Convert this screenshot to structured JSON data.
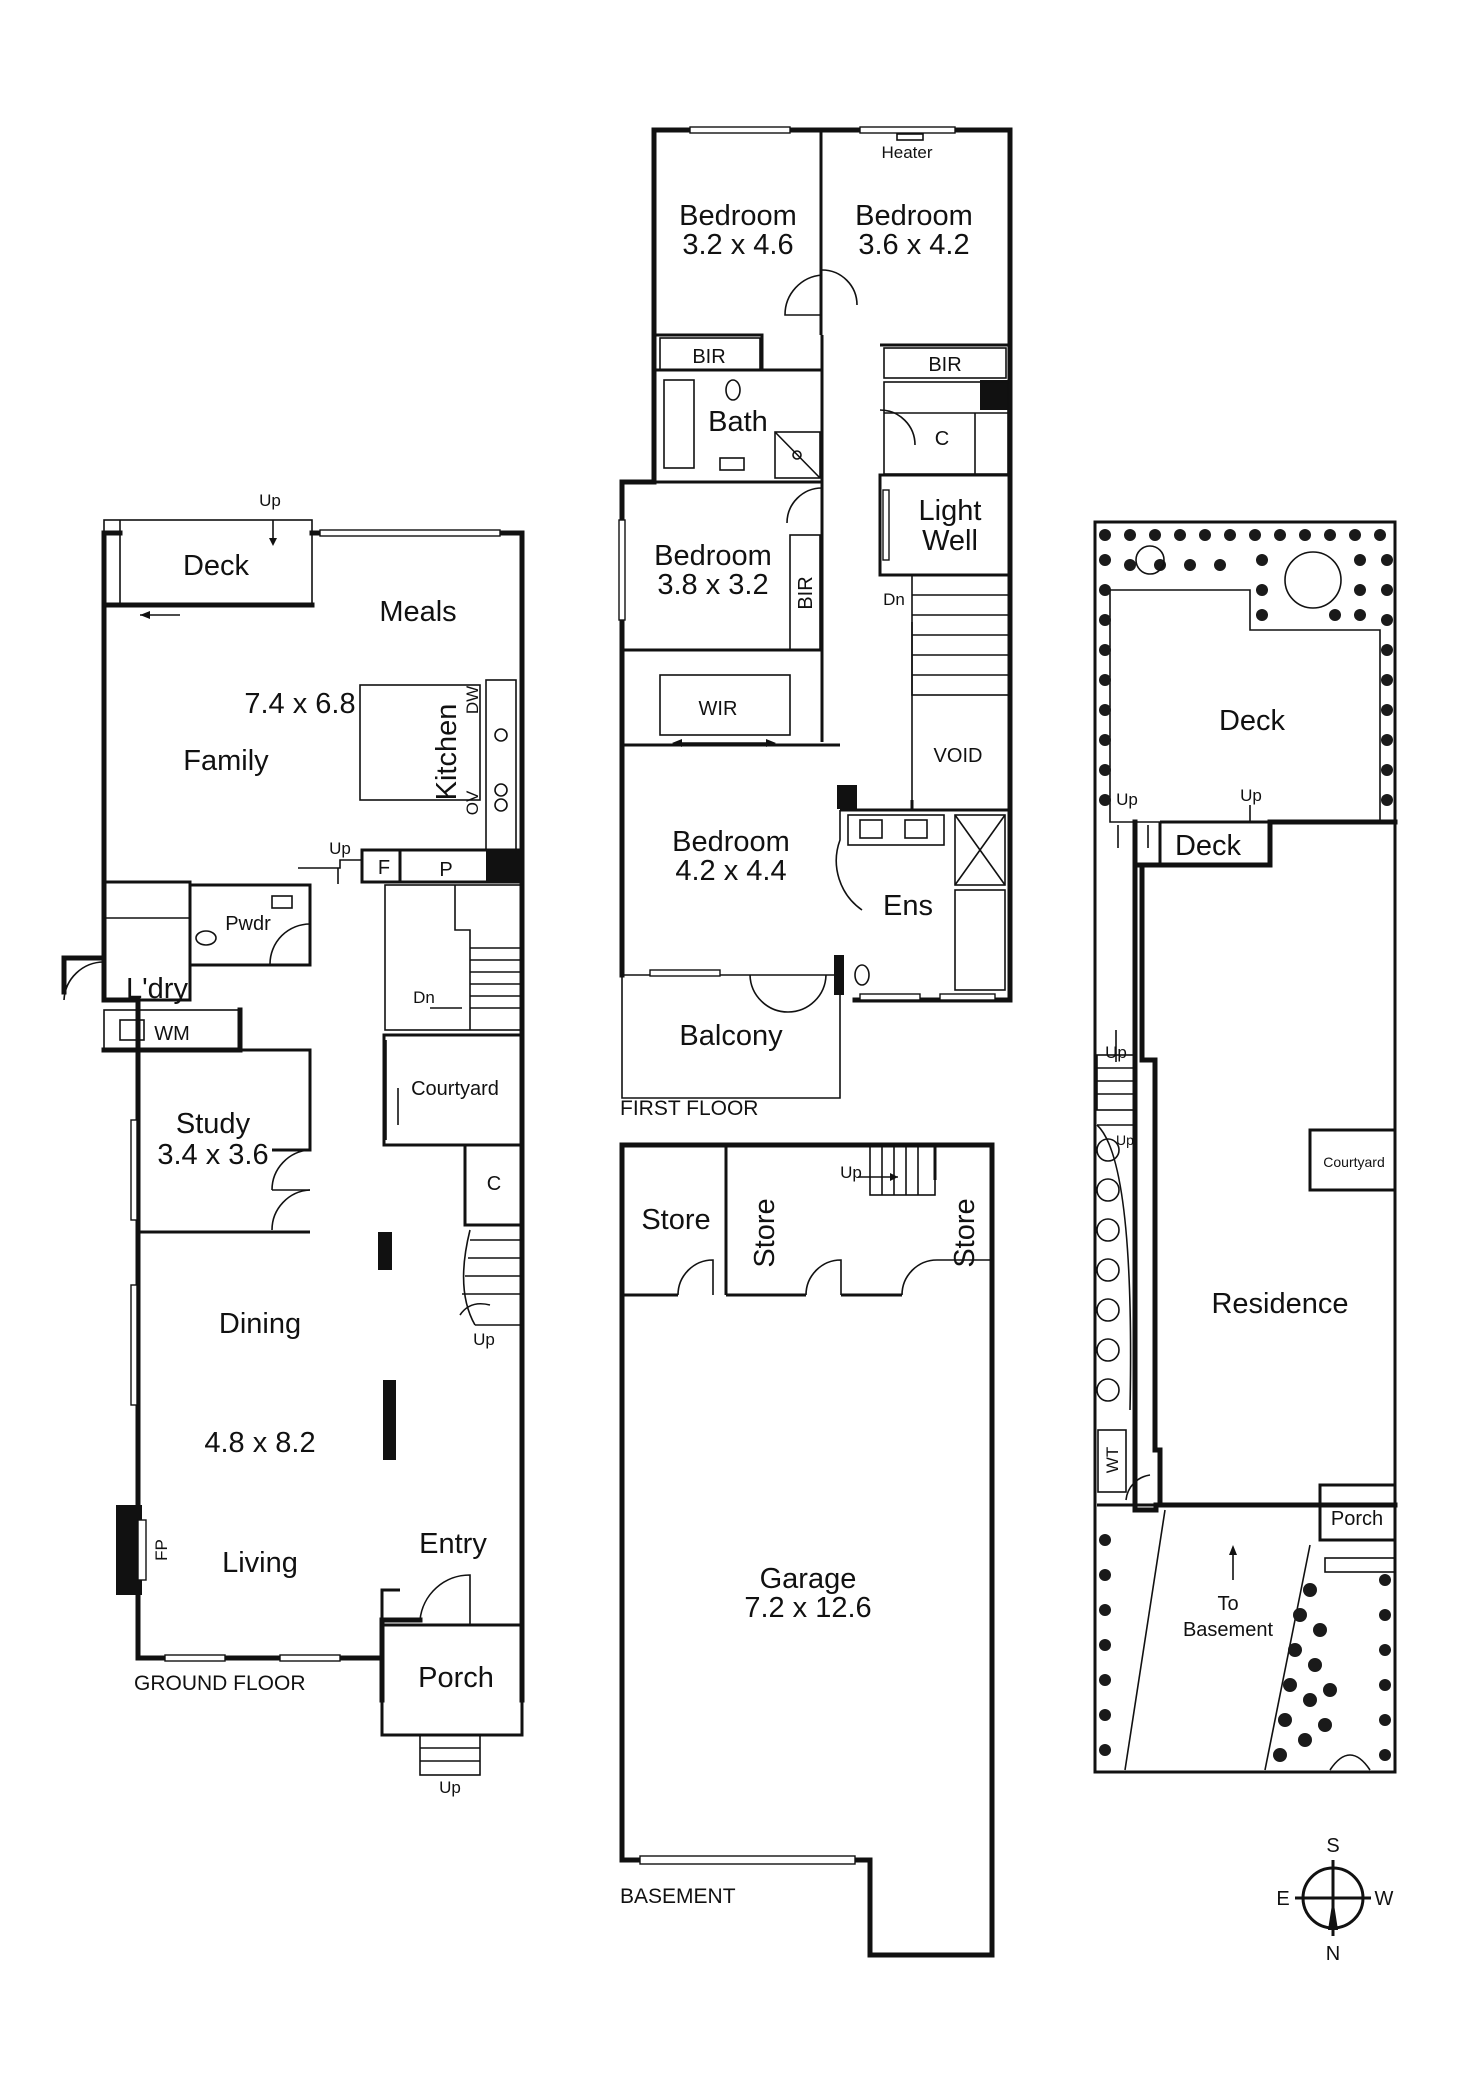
{
  "ground_floor": {
    "caption": "GROUND FLOOR",
    "deck": "Deck",
    "up_deck": "Up",
    "meals": "Meals",
    "family_dim": "7.4 x 6.8",
    "family": "Family",
    "kitchen": "Kitchen",
    "dw": "DW",
    "ov": "OV",
    "up_f": "Up",
    "f": "F",
    "p": "P",
    "pwdr": "Pwdr",
    "ldry": "L'dry",
    "wm": "WM",
    "dn": "Dn",
    "courtyard": "Courtyard",
    "study": "Study",
    "study_dim": "3.4 x 3.6",
    "c": "C",
    "dining": "Dining",
    "up_stair": "Up",
    "living_dim": "4.8 x 8.2",
    "fp": "FP",
    "living": "Living",
    "entry": "Entry",
    "porch": "Porch",
    "up_porch": "Up"
  },
  "first_floor": {
    "caption": "FIRST FLOOR",
    "heater": "Heater",
    "bed1": "Bedroom",
    "bed1_dim": "3.2 x 4.6",
    "bed2": "Bedroom",
    "bed2_dim": "3.6 x 4.2",
    "bir1": "BIR",
    "bir2": "BIR",
    "bath": "Bath",
    "c": "C",
    "light": "Light",
    "well": "Well",
    "bed3": "Bedroom",
    "bed3_dim": "3.8 x 3.2",
    "bir3": "BIR",
    "dn": "Dn",
    "wir": "WIR",
    "void": "VOID",
    "bed4": "Bedroom",
    "bed4_dim": "4.2 x 4.4",
    "ens": "Ens",
    "balcony": "Balcony"
  },
  "basement": {
    "caption": "BASEMENT",
    "store1": "Store",
    "store2": "Store",
    "store3": "Store",
    "up": "Up",
    "garage": "Garage",
    "garage_dim": "7.2 x 12.6"
  },
  "site": {
    "deck_top": "Deck",
    "up1": "Up",
    "up2": "Up",
    "deck_small": "Deck",
    "up3": "Up",
    "up4": "Up",
    "courtyard": "Courtyard",
    "residence": "Residence",
    "wt": "WT",
    "porch": "Porch",
    "to": "To",
    "basement": "Basement"
  },
  "compass": {
    "s": "S",
    "e": "E",
    "w": "W",
    "n": "N"
  }
}
